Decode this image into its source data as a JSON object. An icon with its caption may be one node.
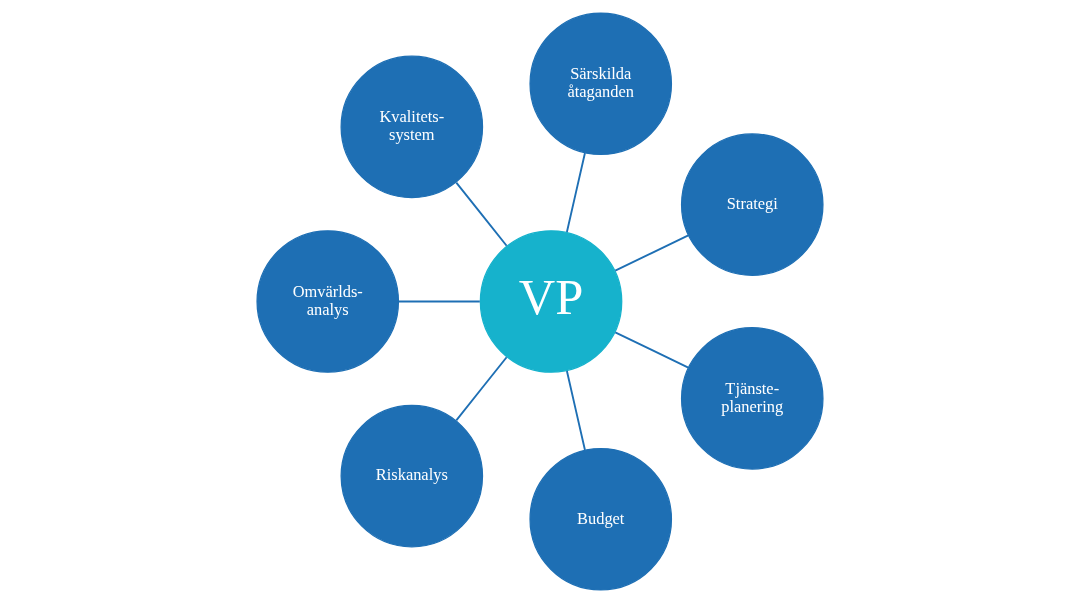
{
  "diagram": {
    "nodes": [
      {
        "text": [
          "VP"
        ]
      },
      {
        "text": [
          "Strategi"
        ]
      },
      {
        "text": [
          "Särskilda åtaganden"
        ]
      },
      {
        "text": [
          "Kvalitets- system"
        ]
      },
      {
        "text": [
          "Omvärlds- analys"
        ]
      },
      {
        "text": [
          "Riskanalys"
        ]
      },
      {
        "text": [
          "Budget"
        ]
      },
      {
        "text": [
          "Tjänste- planering"
        ]
      }
    ],
    "edges": [
      {
        "from": 0,
        "to": 1,
        "arrow": "none"
      },
      {
        "from": 0,
        "to": 2,
        "arrow": "none"
      },
      {
        "from": 0,
        "to": 3,
        "arrow": "none"
      },
      {
        "from": 0,
        "to": 4,
        "arrow": "none"
      },
      {
        "from": 0,
        "to": 5,
        "arrow": "none"
      },
      {
        "from": 0,
        "to": 6,
        "arrow": "none"
      },
      {
        "from": 0,
        "to": 7,
        "arrow": "none"
      }
    ]
  }
}
